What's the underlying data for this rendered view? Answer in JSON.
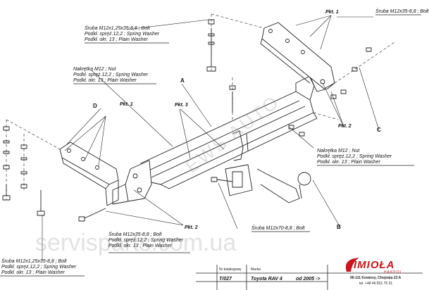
{
  "labels": {
    "top_right": [
      "Śruba M12x35-8,8 ;  Bolt"
    ],
    "top_left": [
      "Śruba M12x1,25x35-8,8 ;  Bolt",
      "Podkł. spręż.12,2 ; Spring Washer",
      "Podkł. okr. 13 ; Plain Washer"
    ],
    "mid_left": [
      "Nakrętka  M12 ; Nut",
      "Podkł. spręż.12,2 ; Spring Washer",
      "Podkł. okr. 13 ; Plain Washer"
    ],
    "mid_right": [
      "Nakrętka  M12 ; Nut",
      "Podkł. spręż.12,2 ; Spring Washer",
      "Podkł. okr. 13 ; Plain Washer"
    ],
    "bottom_center": [
      "Śruba M12x35-8,8 ;  Bolt",
      "Podkł. spręż.12,2 ; Spring Washer",
      "Podkł. okr. 13 ; Plain Washer"
    ],
    "bottom_left": [
      "Śruba M12x1,25x35-8,8 ;  Bolt",
      "Podkł. spręż.12,2 ; Spring Washer",
      "Podkł. okr. 13 ; Plain Washer"
    ],
    "bolt_center": [
      "Śruba M12x70-8,8 ;  Bolt"
    ]
  },
  "points": {
    "pkt1_top": "Pkt. 1",
    "pkt1_left": "Pkt. 1",
    "pkt2_right": "Pkt. 2",
    "pkt2_bottom": "Pkt. 2",
    "pkt3": "Pkt. 3"
  },
  "letters": {
    "a": "A",
    "b": "B",
    "c": "C",
    "d": "D"
  },
  "watermarks": {
    "diagonal": "EWS AUTO",
    "bottom": "servisparts.com.ua"
  },
  "footer": {
    "catalog_label": "Nr katalogowy",
    "catalog_value": "T/027",
    "brand_label": "Marka",
    "model_value": "Toyota RAV 4",
    "year_value": "od 2005 ->",
    "company": "IMIOŁA",
    "company_sub": "HAKPOL",
    "address": "96-111 Kowiesy, Chojnata 23 A",
    "phone": "tel. +48 46 831 75 31"
  }
}
